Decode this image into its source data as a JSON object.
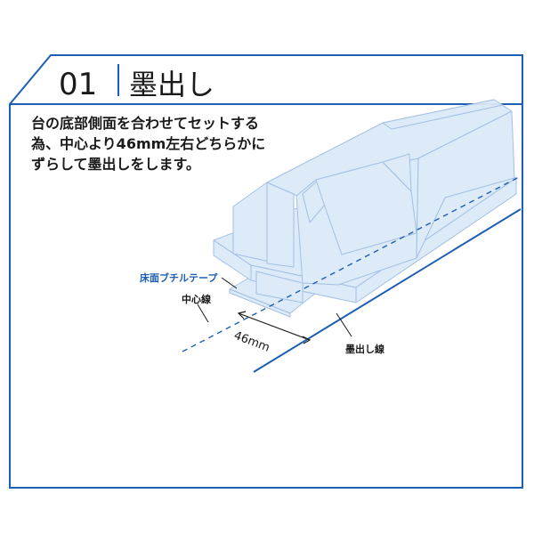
{
  "step": {
    "number": "01",
    "title": "墨出し"
  },
  "description": {
    "lines": [
      "台の底部側面を合わせてセットする",
      "為、中心より46mm左右どちらかに",
      "ずらして墨出しをします。"
    ]
  },
  "labels": {
    "floor_tape": "床面ブチルテープ",
    "center_line": "中心線",
    "dimension": "46mm",
    "ink_line": "墨出し線"
  },
  "colors": {
    "frame": "#1d5fb5",
    "block_fill": "#dce9f7",
    "block_stroke": "#9dbde3"
  }
}
